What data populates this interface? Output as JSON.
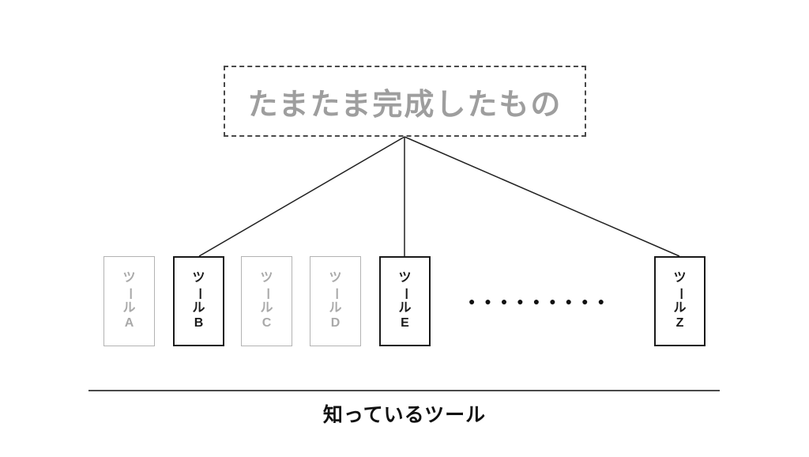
{
  "top_box": {
    "label": "たまたま完成したもの"
  },
  "tools": [
    {
      "id": "A",
      "label": "ツールA",
      "emphasized": false
    },
    {
      "id": "B",
      "label": "ツールB",
      "emphasized": true
    },
    {
      "id": "C",
      "label": "ツールC",
      "emphasized": false
    },
    {
      "id": "D",
      "label": "ツールD",
      "emphasized": false
    },
    {
      "id": "E",
      "label": "ツールE",
      "emphasized": true
    },
    {
      "id": "Z",
      "label": "ツールZ",
      "emphasized": true
    }
  ],
  "ellipsis": {
    "dots": "●●●●●●●●●",
    "dot_count": 9
  },
  "bottom": {
    "label": "知っているツール"
  },
  "colors": {
    "background": "#ffffff",
    "emphasis": "#1a1a1a",
    "muted_text": "#a9a9a9",
    "muted_border": "#b3b3b3",
    "title_text": "#9e9e9e",
    "dashed_border": "#4a4a4a",
    "connector_line": "#222222",
    "baseline": "#4a4a4a"
  }
}
